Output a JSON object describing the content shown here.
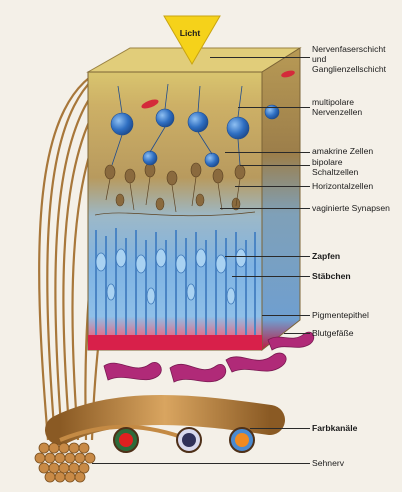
{
  "light": "Licht",
  "labels": {
    "nervenfaser": "Nervenfaserschicht",
    "und": "und",
    "ganglien": "Ganglienzellschicht",
    "multipolare": "multipolare",
    "nervenzellen": "Nervenzellen",
    "amakrine": "amakrine Zellen",
    "bipolare": "bipolare",
    "schaltzellen": "Schaltzellen",
    "horizontal": "Horizontalzellen",
    "synapsen": "vaginierte Synapsen",
    "zapfen": "Zapfen",
    "staebchen": "Stäbchen",
    "pigment": "Pigmentepithel",
    "blut": "Blutgefäße",
    "farbkanaele": "Farbkanäle",
    "sehnerv": "Sehnerv"
  },
  "colors": {
    "background": "#f4f0e8",
    "light_triangle": "#f5d21a",
    "top_layer": "#d8c26a",
    "neuron_layer": "#b69a5e",
    "neuron_blue": "#2f6fc2",
    "photoreceptor_blue": "#8fc0e8",
    "pigment_red": "#d8204a",
    "vessel_magenta": "#b02a78",
    "nerve_brown": "#b07a3a",
    "channel_red": "#e02020",
    "channel_dark": "#30305a",
    "channel_orange": "#f08a20"
  }
}
